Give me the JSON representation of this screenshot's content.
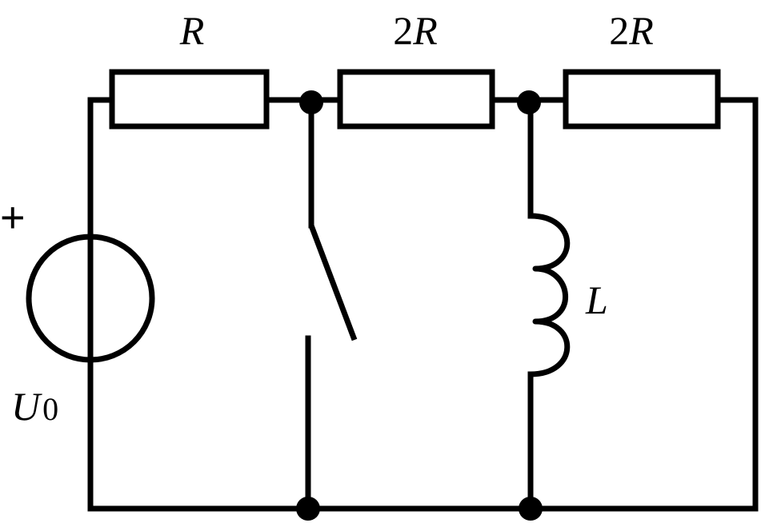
{
  "circuit": {
    "source": {
      "polarity": "+",
      "label_main": "U",
      "label_sub": "0"
    },
    "resistors": [
      {
        "label_coef": "",
        "label_var": "R"
      },
      {
        "label_coef": "2",
        "label_var": "R"
      },
      {
        "label_coef": "2",
        "label_var": "R"
      }
    ],
    "inductor": {
      "label": "L"
    }
  },
  "colors": {
    "stroke": "#000000",
    "background": "#ffffff"
  }
}
